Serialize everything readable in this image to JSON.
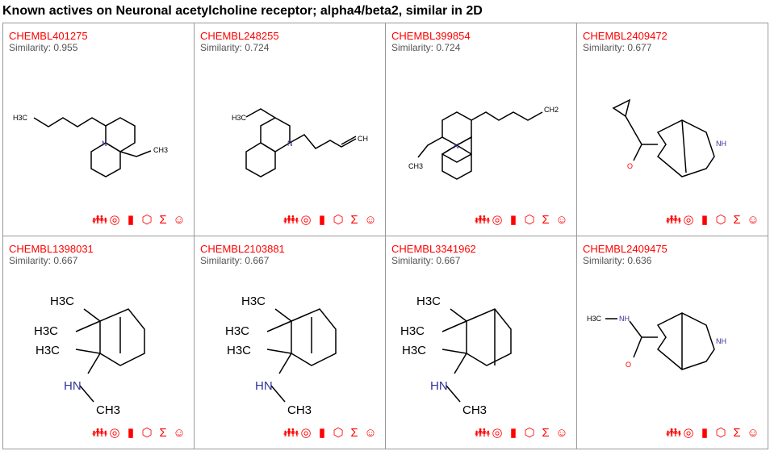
{
  "title": "Known actives on Neuronal acetylcholine receptor; alpha4/beta2, similar in 2D",
  "accent": "#ff0000",
  "icons": [
    "people-icon",
    "target-icon",
    "pill-icon",
    "hexagon-icon",
    "sigma-icon",
    "smiley-icon"
  ],
  "cards": [
    {
      "id": "CHEMBL401275",
      "similarity": "Similarity: 0.955",
      "labels": [
        "H3C",
        "N",
        "CH3"
      ]
    },
    {
      "id": "CHEMBL248255",
      "similarity": "Similarity: 0.724",
      "labels": [
        "H3C",
        "N",
        "CH"
      ]
    },
    {
      "id": "CHEMBL399854",
      "similarity": "Similarity: 0.724",
      "labels": [
        "CH2",
        "N",
        "CH3"
      ]
    },
    {
      "id": "CHEMBL2409472",
      "similarity": "Similarity: 0.677",
      "labels": [
        "O",
        "NH"
      ]
    },
    {
      "id": "CHEMBL1398031",
      "similarity": "Similarity: 0.667",
      "labels": [
        "H3C",
        "H3C",
        "H3C",
        "HN",
        "CH3"
      ]
    },
    {
      "id": "CHEMBL2103881",
      "similarity": "Similarity: 0.667",
      "labels": [
        "H3C",
        "H3C",
        "H3C",
        "HN",
        "CH3"
      ]
    },
    {
      "id": "CHEMBL3341962",
      "similarity": "Similarity: 0.667",
      "labels": [
        "H3C",
        "H3C",
        "H3C",
        "HN",
        "CH3"
      ]
    },
    {
      "id": "CHEMBL2409475",
      "similarity": "Similarity: 0.636",
      "labels": [
        "H3C",
        "NH",
        "O",
        "NH"
      ]
    }
  ]
}
